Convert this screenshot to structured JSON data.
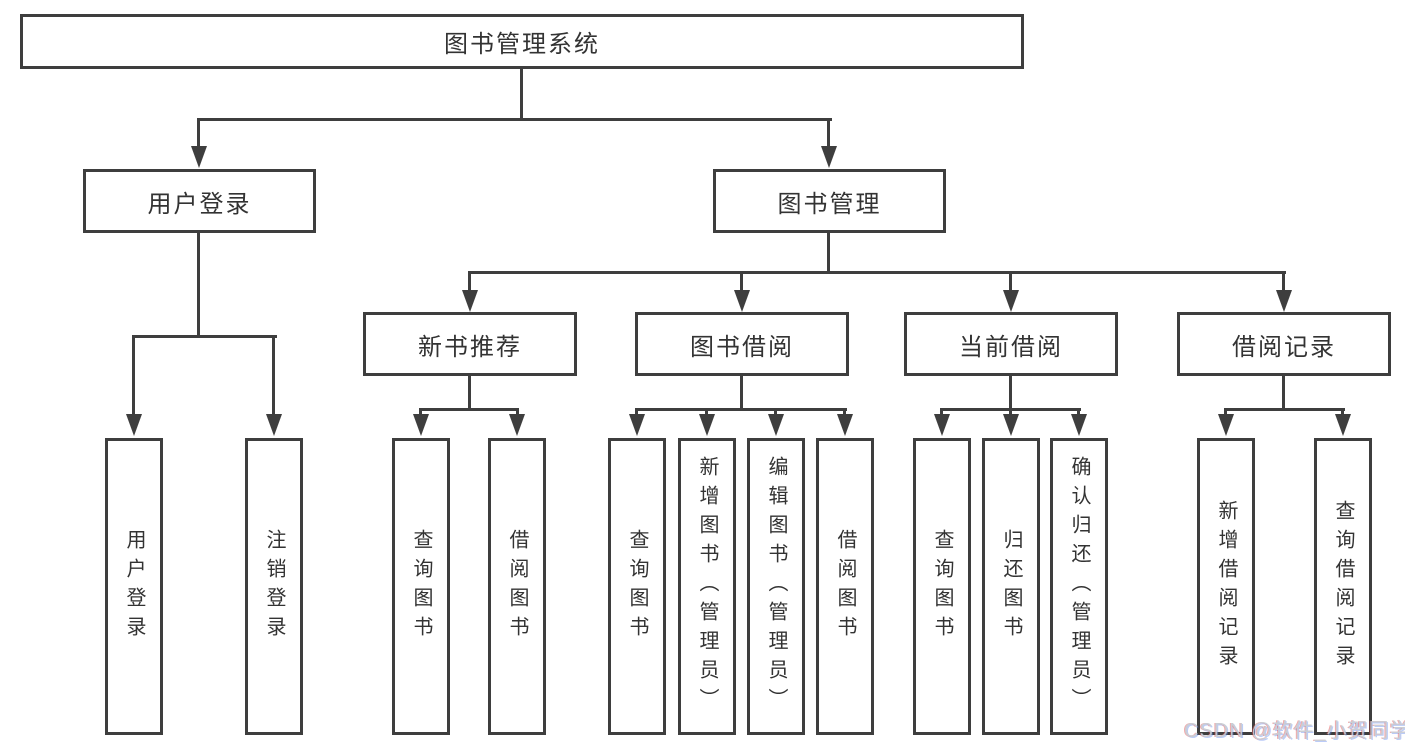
{
  "nodes": {
    "root": "图书管理系统",
    "level2": {
      "user_login": "用户登录",
      "book_mgmt": "图书管理"
    },
    "level3": {
      "new_book_rec": "新书推荐",
      "book_borrow": "图书借阅",
      "current_borrow": "当前借阅",
      "borrow_record": "借阅记录"
    },
    "leaves": {
      "user_login": [
        "用户登录",
        "注销登录"
      ],
      "new_book_rec": [
        "查询图书",
        "借阅图书"
      ],
      "book_borrow": [
        "查询图书",
        "新增图书（管理员）",
        "编辑图书（管理员）",
        "借阅图书"
      ],
      "current_borrow": [
        "查询图书",
        "归还图书",
        "确认归还（管理员）"
      ],
      "borrow_record": [
        "新增借阅记录",
        "查询借阅记录"
      ]
    }
  },
  "watermark": "CSDN @软件_小贺同学",
  "colors": {
    "line": "#3e3e3e",
    "text": "#333333",
    "background": "#ffffff",
    "watermark": "#c6cad2"
  }
}
